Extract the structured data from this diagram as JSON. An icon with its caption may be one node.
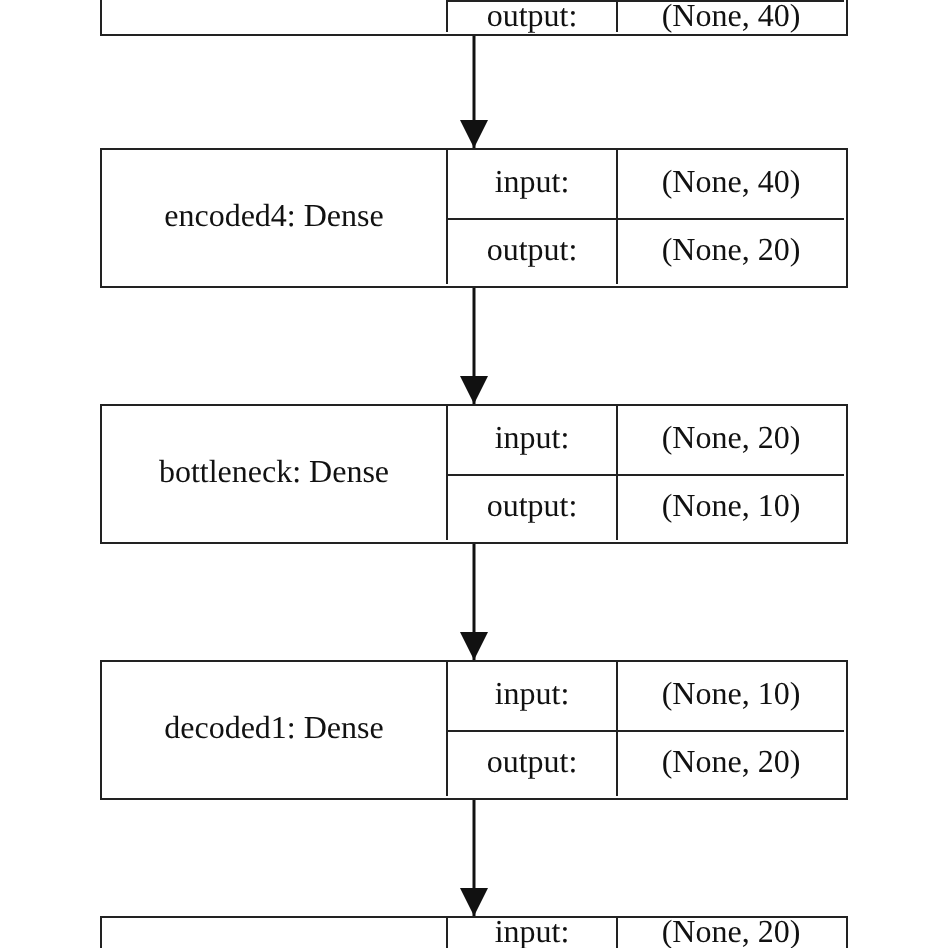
{
  "diagram": {
    "nodes": [
      {
        "text": [
          "output:",
          "(None, 40)"
        ]
      },
      {
        "text": [
          "encoded4: Dense",
          "input:",
          "(None, 40)",
          "output:",
          "(None, 20)"
        ]
      },
      {
        "text": [
          "bottleneck: Dense",
          "input:",
          "(None, 20)",
          "output:",
          "(None, 10)"
        ]
      },
      {
        "text": [
          "decoded1: Dense",
          "input:",
          "(None, 10)",
          "output:",
          "(None, 20)"
        ]
      },
      {
        "text": [
          "input:",
          "(None, 20)"
        ]
      }
    ],
    "edges": [
      {
        "from": 0,
        "to": 1,
        "arrow": "to"
      },
      {
        "from": 1,
        "to": 2,
        "arrow": "to"
      },
      {
        "from": 2,
        "to": 3,
        "arrow": "to"
      },
      {
        "from": 3,
        "to": 4,
        "arrow": "to"
      }
    ]
  }
}
